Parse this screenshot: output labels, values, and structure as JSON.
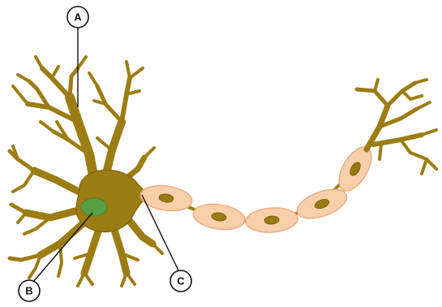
{
  "labels": {
    "a": "A",
    "b": "B",
    "c": "C"
  },
  "colors": {
    "neuron": "#9c7d13",
    "nucleus": "#5a9e43",
    "myelin_sheath": "#f8cfa8",
    "schwann_nucleus": "#9a7a14",
    "label_stroke": "#111111"
  }
}
